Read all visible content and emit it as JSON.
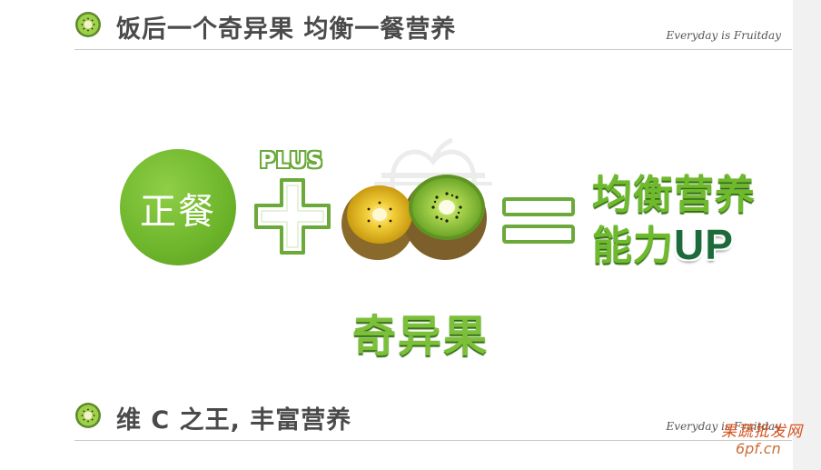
{
  "section1": {
    "title": "饭后一个奇异果 均衡一餐营养",
    "tagline": "Everyday is Fruitday"
  },
  "equation": {
    "meal_label": "正餐",
    "plus_word": "PLUS",
    "result_line1": "均衡营养",
    "result_line2": "能力",
    "result_up": "UP",
    "fruit_caption": "奇异果"
  },
  "section2": {
    "title": "维 C 之王, 丰富营养",
    "tagline": "Everyday is Fruitday"
  },
  "watermark": {
    "site_name": "果蔬批发网",
    "site_url": "6pf.cn"
  },
  "colors": {
    "brand_green": "#6db52b",
    "dark_green": "#1d6b3a",
    "header_text": "#4a4a4a",
    "kiwi_gold": "#e3b21f",
    "kiwi_green": "#8cc53b"
  },
  "icons": [
    "kiwi-slice-icon",
    "plus-sign-icon",
    "equals-sign-icon",
    "apple-watermark-icon"
  ]
}
